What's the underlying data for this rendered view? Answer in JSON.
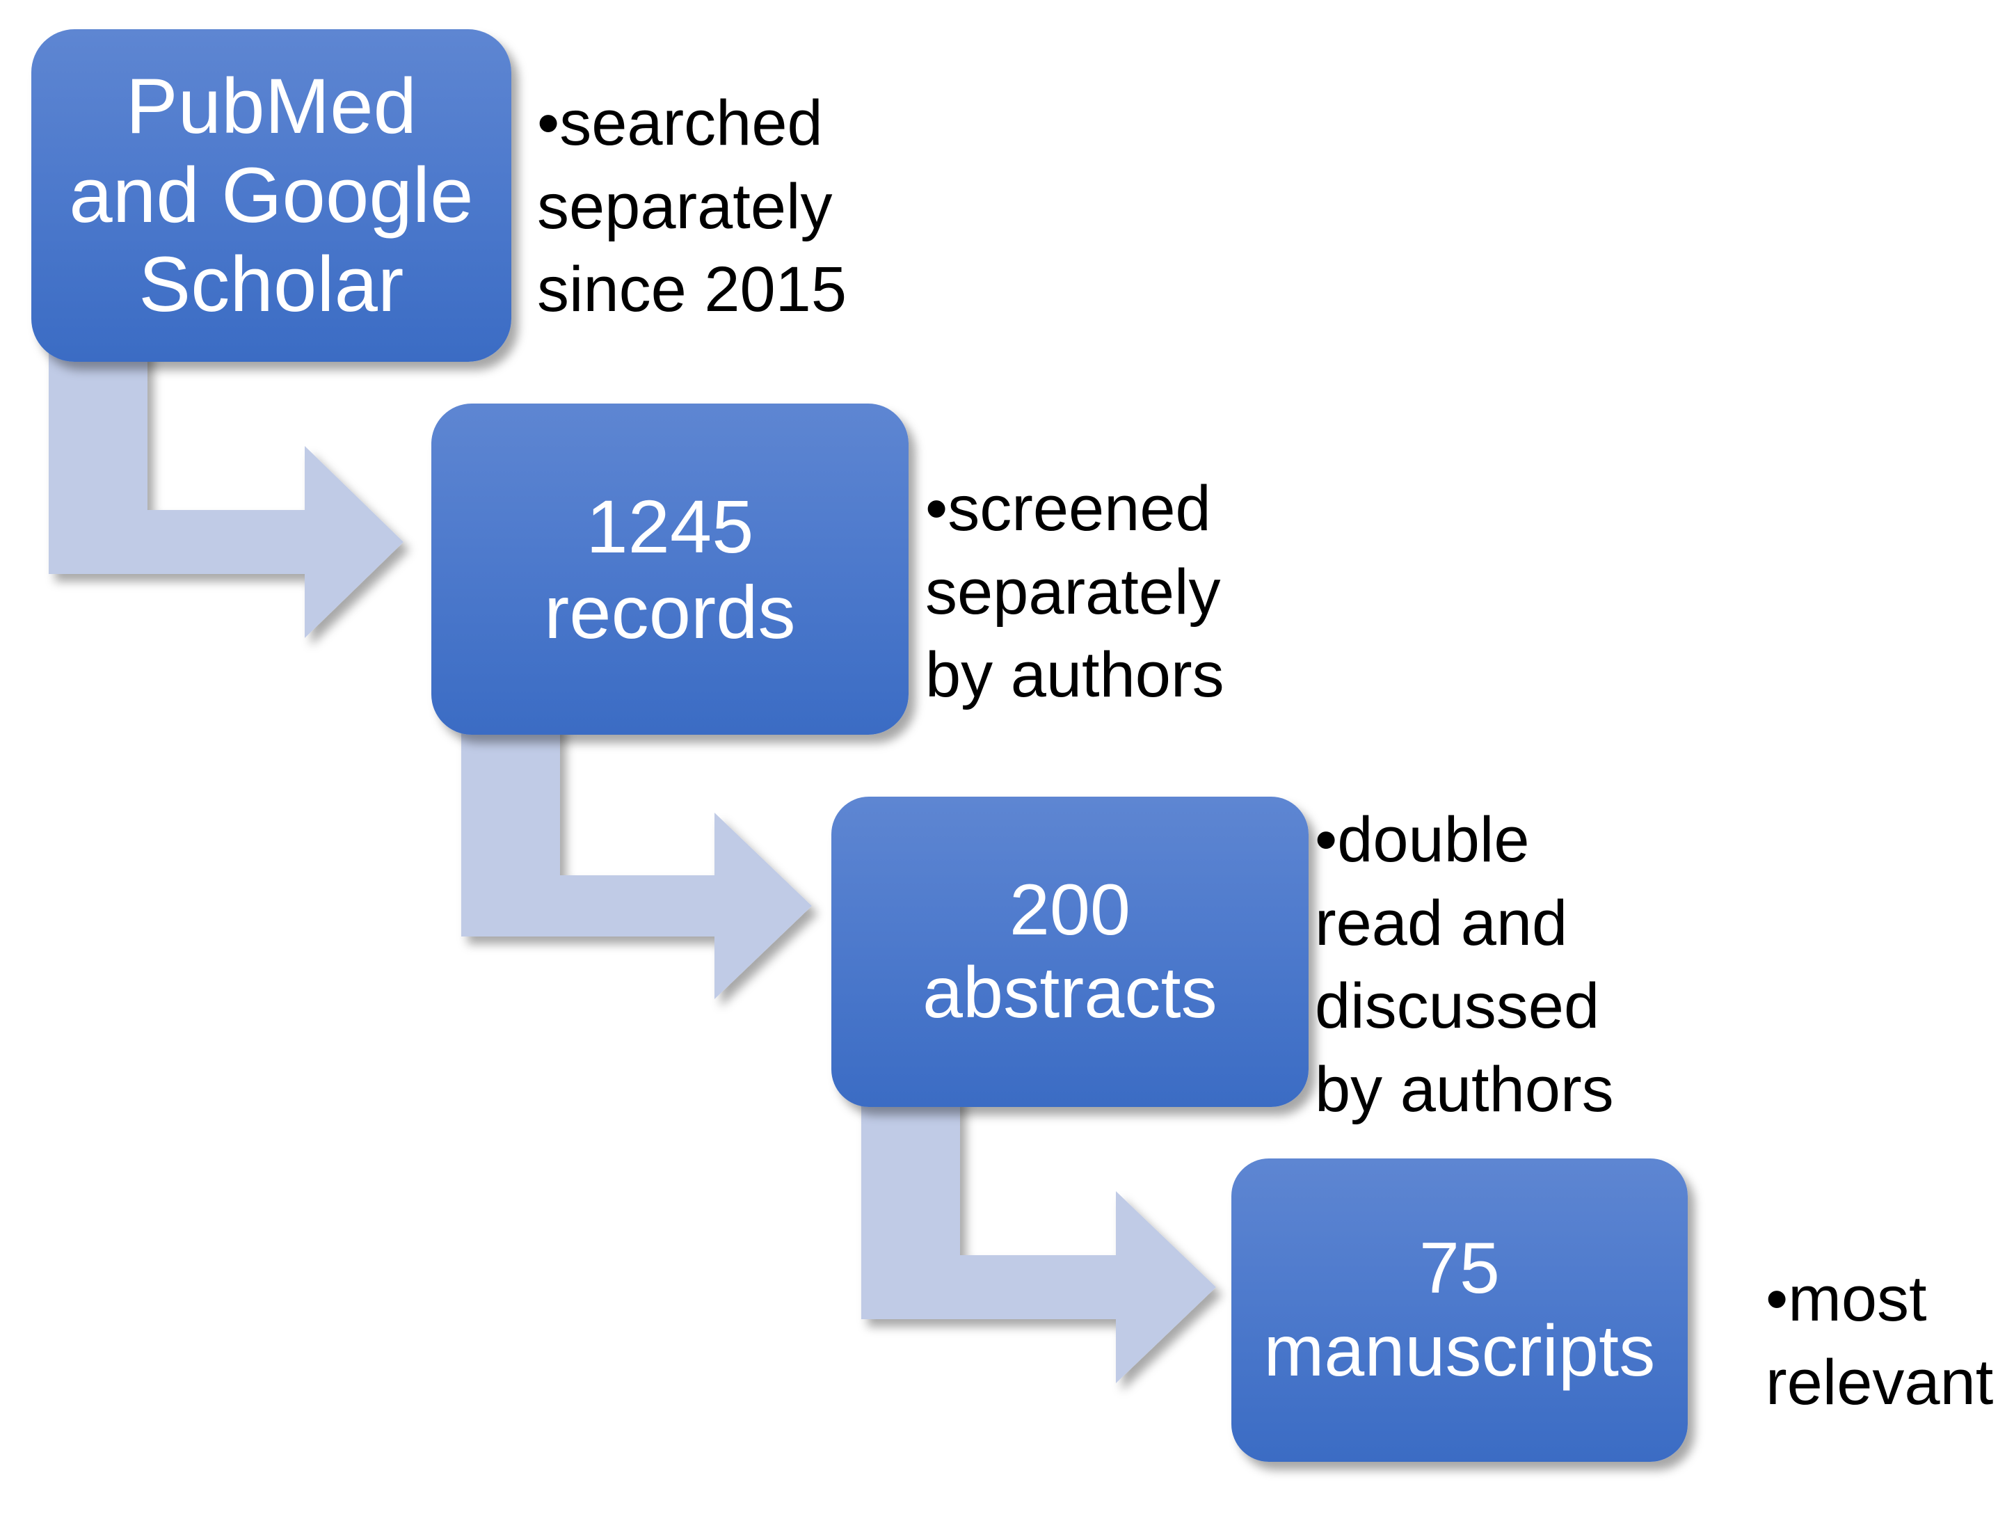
{
  "diagram": {
    "type": "flowchart",
    "orientation": "descending-staircase",
    "background_color": "#ffffff",
    "node_fill_top": "#5e86d2",
    "node_fill_bottom": "#3b6cc4",
    "node_text_color": "#ffffff",
    "arrow_color": "#c0cbe6",
    "note_text_color": "#000000",
    "nodes": [
      {
        "id": "sources",
        "label": "PubMed\nand Google\nScholar"
      },
      {
        "id": "records",
        "label": "1245\nrecords"
      },
      {
        "id": "abstracts",
        "label": "200\nabstracts"
      },
      {
        "id": "manuscripts",
        "label": "75\nmanuscripts"
      }
    ],
    "notes": [
      {
        "id": "note-sources",
        "text": "•searched\nseparately\nsince 2015"
      },
      {
        "id": "note-records",
        "text": "•screened\nseparately\nby authors"
      },
      {
        "id": "note-abstracts",
        "text": "•double\nread and\ndiscussed\nby authors"
      },
      {
        "id": "note-manuscripts",
        "text": "•most\nrelevant"
      }
    ],
    "connectors": [
      {
        "id": "arrow-1",
        "from": "sources",
        "to": "records",
        "shape": "bent-arrow-down-right"
      },
      {
        "id": "arrow-2",
        "from": "records",
        "to": "abstracts",
        "shape": "bent-arrow-down-right"
      },
      {
        "id": "arrow-3",
        "from": "abstracts",
        "to": "manuscripts",
        "shape": "bent-arrow-down-right"
      }
    ]
  }
}
